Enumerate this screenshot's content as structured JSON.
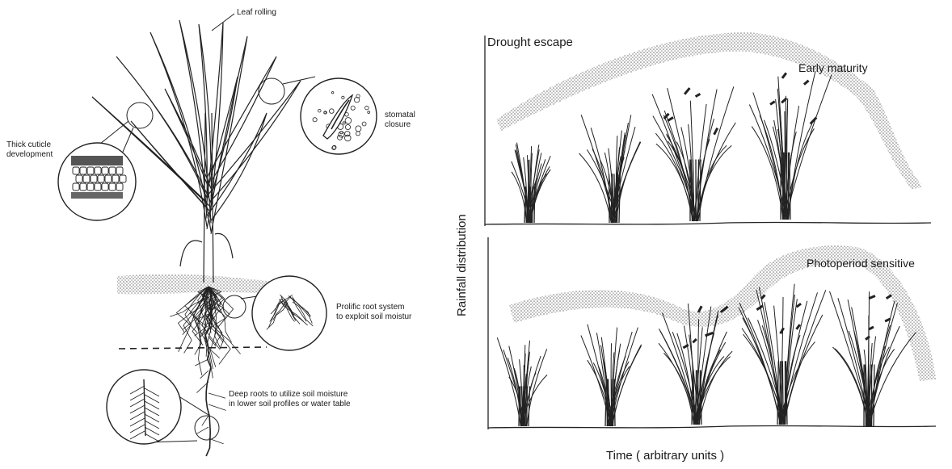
{
  "left_panel": {
    "labels": {
      "leaf_rolling": "Leaf rolling",
      "thick_cuticle": "Thick cuticle\ndevelopment",
      "stomatal_closure": "stomatal\nclosure",
      "prolific_roots": "Prolific root system\nto exploit soil moistur",
      "deep_roots": "Deep roots to utilize soil moisture\nin lower soil profiles or water table"
    }
  },
  "right_panel": {
    "top": {
      "curve_label": "Drought escape",
      "plant_label": "Early maturity"
    },
    "bottom": {
      "curve_label": "Photoperiod sensitive"
    },
    "y_axis_label": "Rainfall distribution",
    "x_axis_label": "Time ( arbitrary units )"
  }
}
